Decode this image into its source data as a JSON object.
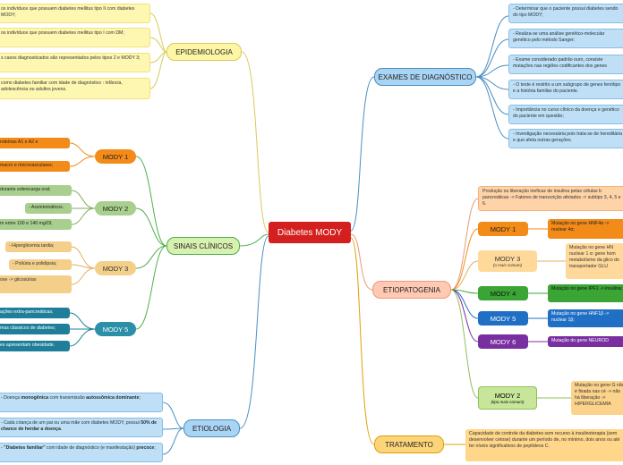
{
  "center": {
    "title": "Diabetes MODY"
  },
  "epidemiologia": {
    "title": "EPIDEMIOLOGIA",
    "items": [
      "os indivíduos que possuem diabetes mellitus tipo II com diabetes MODY;",
      "os indivíduos que possuem diabetes mellitus tipo I com DM;",
      "s casos diagnosticados são representados pelos tipos 2 e MODY 3;",
      "como diabetes familiar com idade de diagnóstico : infância, adolescência ou adultos jovens."
    ]
  },
  "sinais": {
    "title": "SINAIS CLÍNICOS",
    "mody1": {
      "label": "MODY 1",
      "items": [
        "roteínas A1 e A2 e",
        "macro e microvasculares;"
      ]
    },
    "mody2": {
      "label": "MODY 2",
      "items": [
        "durante sobrecarga oral;",
        "- Assintomáticos.",
        "m entre 100 e 140 mg/Dl;"
      ]
    },
    "mody3": {
      "label": "MODY 3",
      "items": [
        "- Hiperglicemia tardia;",
        "- Poliúria e polidipsia;",
        "ose -> glicosúrias"
      ]
    },
    "mody5": {
      "label": "MODY 5",
      "items": [
        "ações extra-pancreáticas;",
        "mas clássicos de diabetes;",
        "es apresentam obesidade."
      ]
    }
  },
  "etiologia": {
    "title": "ETIOLOGIA",
    "items": [
      {
        "a": "- Doença ",
        "b": "monogênica",
        "c": " com transmissão ",
        "d": "autossômica dominante",
        "e": ";"
      },
      {
        "a": "- Cada criança de um pai ou uma mãe com diabetes MODY, possui ",
        "b": "50% de chance de herdar a doença",
        "c": ".",
        "d": "",
        "e": ""
      },
      {
        "a": "- ",
        "b": "\"Diabetes familiar\"",
        "c": " com idade de diagnóstico (e manifestação) ",
        "d": "precoce",
        "e": ";"
      }
    ]
  },
  "exames": {
    "title": "EXAMES DE DIAGNÓSTICO",
    "items": [
      "- Determinar que o paciente possui diabetes sendo do tipo MODY;",
      "- Realiza-se uma análise genético-molecular genético pelo método Sanger;",
      "- Exame considerado padrão ouro, consiste mutações nas regiões codificantes dos genes",
      "- O teste é restrito a um subgrupo de genes fenótipo e a história familiar do paciente.",
      "- Importância no curso clínico da doença e genético do paciente em questão;",
      "- Investigação necessária pois trata-se de hereditária e que afeta outras gerações."
    ]
  },
  "etiopatogenia": {
    "title": "ETIOPATOGENIA",
    "intro": "Produção ou liberação ineficaz de insulina pelas células b pancreáticas -> Fatores de transcrição afetados -> subtipo 3, 4, 5 e 6.",
    "mody1": {
      "label": "MODY 1",
      "text": "Mutação no gene HNF4α -> nuclear 4α;"
    },
    "mody3": {
      "label": "MODY 3",
      "sub": "(o mais comum)",
      "text": "Mutação no gene HN nuclear 1 α: gene hom metabolismo da glico do transportador GLU"
    },
    "mody4": {
      "label": "MODY 4",
      "text": "Mutação no gene IPF1 -> insulina;"
    },
    "mody5": {
      "label": "MODY 5",
      "text": "Mutação no gene HNF1β -> nuclear 1β;"
    },
    "mody6": {
      "label": "MODY 6",
      "text": "Mutação do gene NEUROD"
    },
    "mody2": {
      "label": "MODY 2",
      "sub": "(tipo mais comum)",
      "text": "Mutação no gene G não é fixada nas cé -> não há liberação -> HIPERGLICEMIA"
    }
  },
  "tratamento": {
    "title": "TRATAMENTO",
    "text": "Capacidade de controle da diabetes sem recurso à insulinoterapia (sem desenvolver cetose) durante um período de, no mínimo, dois anos ou até ter níveis significativos de peptídeos C."
  },
  "colors": {
    "center": "#d41f1f",
    "yellow": "#fef7b1",
    "blue": "#bfdff7",
    "orange": "#f38b19"
  }
}
